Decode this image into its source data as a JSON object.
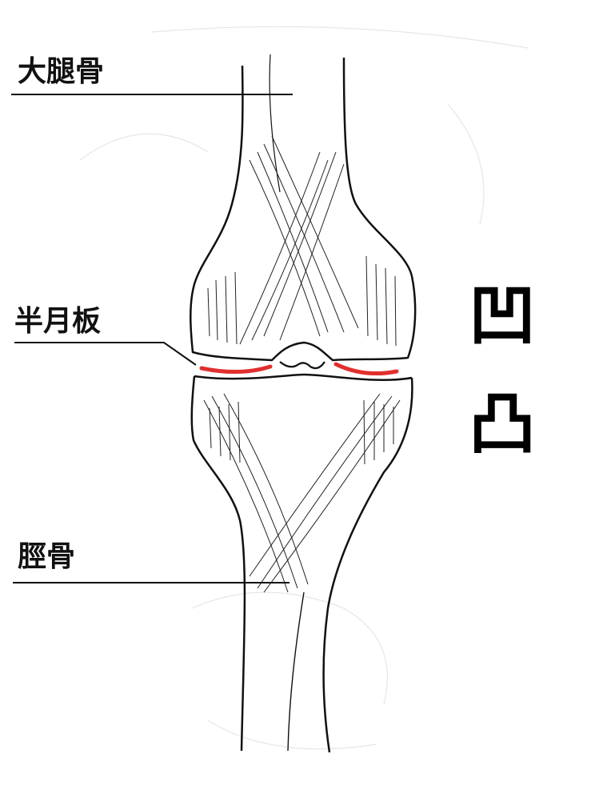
{
  "labels": {
    "femur": "大腿骨",
    "meniscus": "半月板",
    "tibia": "脛骨"
  },
  "symbols": {
    "concave": "凹",
    "convex": "凸"
  },
  "colors": {
    "outline": "#111111",
    "meniscus_highlight": "#e0302e",
    "background": "#ffffff"
  }
}
